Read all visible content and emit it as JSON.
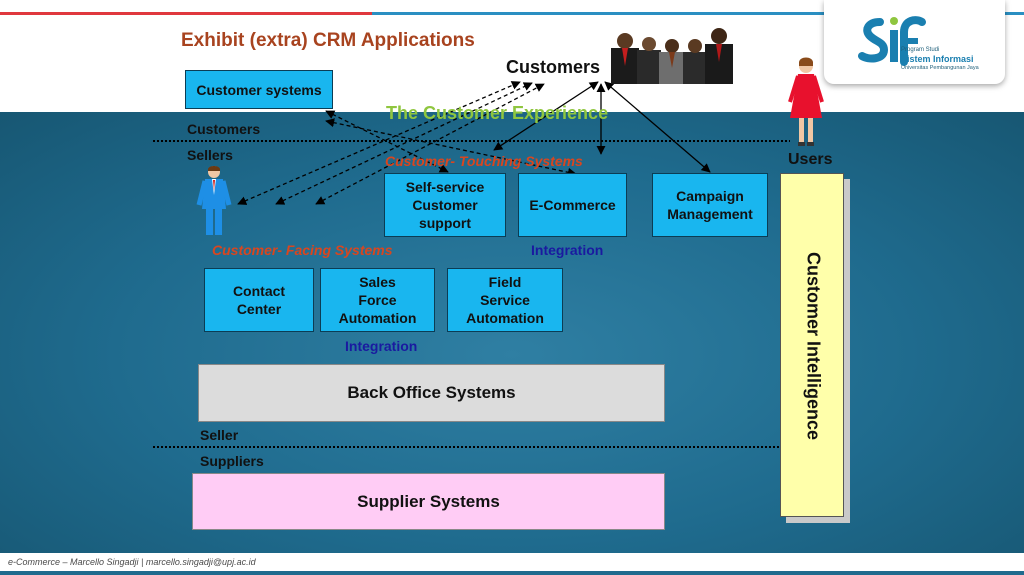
{
  "title": "Exhibit (extra) CRM Applications",
  "logo": {
    "mark": "SIF",
    "line1": "Program Studi",
    "line2": "Sistem Informasi",
    "line3": "Universitas Pembangunan Jaya"
  },
  "labels": {
    "customers_top": "Customers",
    "customers_line": "Customers",
    "sellers": "Sellers",
    "users": "Users",
    "seller": "Seller",
    "suppliers": "Suppliers"
  },
  "annotations": {
    "customer_experience": "The Customer Experience",
    "customer_touching": "Customer- Touching Systems",
    "customer_facing": "Customer- Facing Systems",
    "integration_1": "Integration",
    "integration_2": "Integration"
  },
  "boxes": {
    "customer_systems": "Customer systems",
    "self_service": "Self-service\nCustomer\nsupport",
    "ecommerce": "E-Commerce",
    "campaign": "Campaign\nManagement",
    "contact_center": "Contact\nCenter",
    "sales_force": "Sales\nForce\nAutomation",
    "field_service": "Field\nService\nAutomation",
    "back_office": "Back Office Systems",
    "supplier_systems": "Supplier Systems",
    "customer_intelligence": "Customer Intelligence"
  },
  "footer": "e-Commerce – Marcello Singadji  | marcello.singadji@upj.ac.id",
  "colors": {
    "title": "#a8431f",
    "box_cyan": "#19b6ef",
    "box_grey": "#dcdcdc",
    "box_pink": "#ffccf5",
    "box_yellow": "#ffffaa",
    "green_text": "#8fc63f",
    "red_text": "#d9461f",
    "integration_text": "#1a1aa0"
  },
  "icons": [
    "business-people-group-icon",
    "woman-user-icon",
    "businessman-seller-icon"
  ]
}
